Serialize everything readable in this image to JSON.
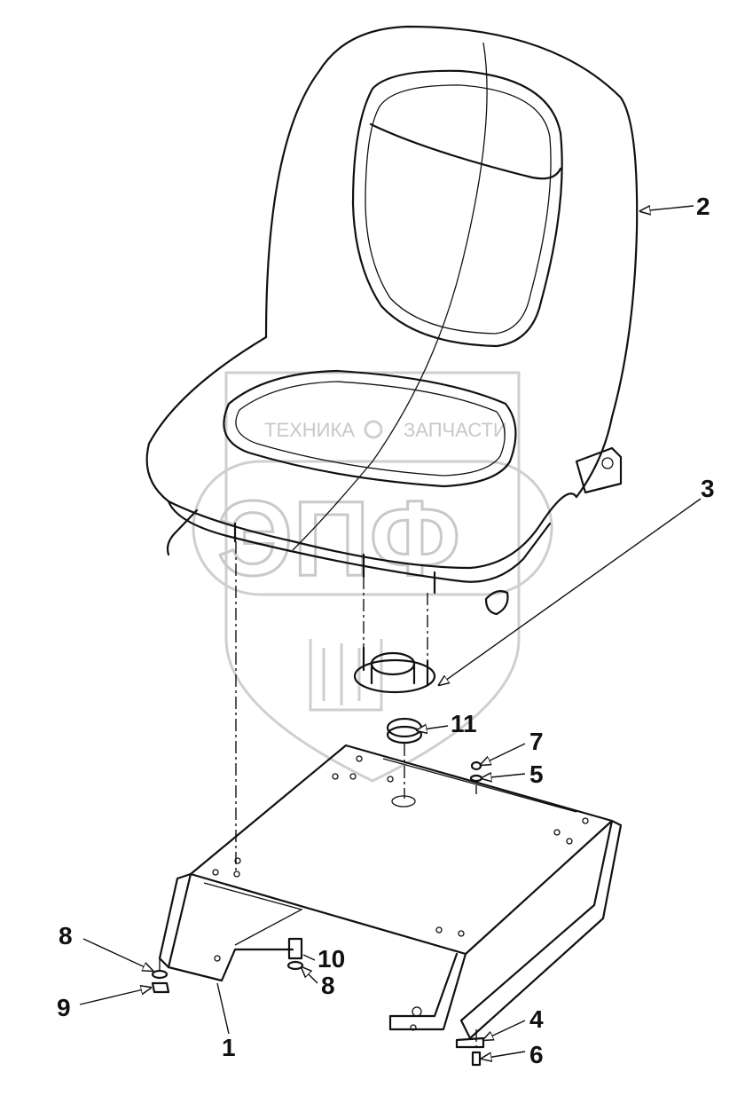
{
  "watermark": {
    "left_word": "ТЕХНИКА",
    "right_word": "ЗАПЧАСТИ",
    "monogram": "ЭПФ"
  },
  "callouts": [
    {
      "id": "1",
      "label": "1"
    },
    {
      "id": "2",
      "label": "2"
    },
    {
      "id": "3",
      "label": "3"
    },
    {
      "id": "4",
      "label": "4"
    },
    {
      "id": "5",
      "label": "5"
    },
    {
      "id": "6",
      "label": "6"
    },
    {
      "id": "7",
      "label": "7"
    },
    {
      "id": "8a",
      "label": "8"
    },
    {
      "id": "8b",
      "label": "8"
    },
    {
      "id": "9",
      "label": "9"
    },
    {
      "id": "10",
      "label": "10"
    },
    {
      "id": "11",
      "label": "11"
    }
  ]
}
